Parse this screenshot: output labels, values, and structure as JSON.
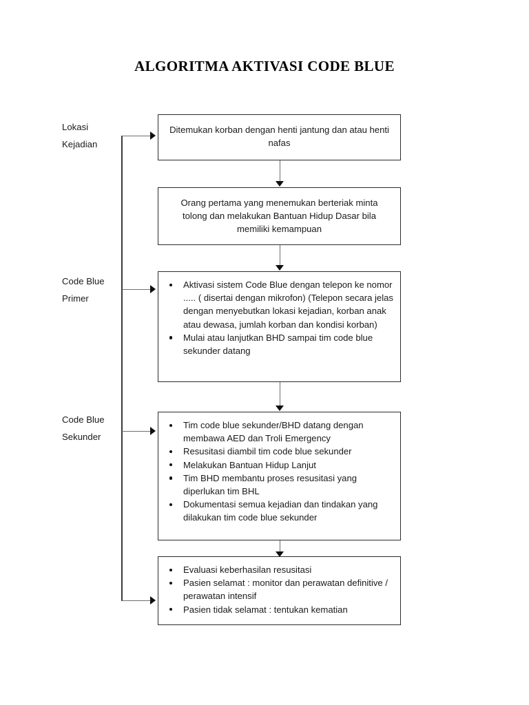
{
  "document": {
    "title": "ALGORITMA AKTIVASI CODE BLUE"
  },
  "stage_labels": [
    {
      "id": "lokasi-kejadian",
      "line1": "Lokasi",
      "line2": "Kejadian"
    },
    {
      "id": "code-blue-primer",
      "line1": "Code Blue",
      "line2": "Primer"
    },
    {
      "id": "code-blue-sekunder",
      "line1": "Code Blue",
      "line2": "Sekunder"
    }
  ],
  "flow": {
    "box1": {
      "text": "Ditemukan korban dengan henti jantung dan atau henti nafas"
    },
    "box2": {
      "text": "Orang pertama yang menemukan berteriak minta tolong dan melakukan Bantuan Hidup Dasar bila memiliki kemampuan"
    },
    "box3": {
      "items": [
        "Aktivasi sistem Code Blue dengan telepon ke nomor ..... ( disertai dengan mikrofon) (Telepon secara jelas dengan menyebutkan lokasi kejadian, korban anak atau dewasa, jumlah korban dan kondisi korban)",
        "Mulai atau lanjutkan BHD sampai tim code blue sekunder datang"
      ]
    },
    "box4": {
      "items": [
        "Tim code blue sekunder/BHD datang dengan membawa AED dan Troli Emergency",
        "Resusitasi diambil tim code blue sekunder",
        "Melakukan Bantuan Hidup Lanjut",
        "Tim BHD membantu proses resusitasi yang diperlukan tim BHL",
        "Dokumentasi semua kejadian dan tindakan yang dilakukan tim code blue sekunder"
      ]
    },
    "box5": {
      "items": [
        "Evaluasi keberhasilan resusitasi",
        "Pasien selamat : monitor dan perawatan definitive / perawatan intensif",
        "Pasien tidak selamat : tentukan kematian"
      ]
    }
  },
  "colors": {
    "box_border": "#2b2b2b",
    "text": "#1a1a1a",
    "connector": "#6d6d6d",
    "arrow_head": "#0f0f0f",
    "spine": "#3a3a3a",
    "background": "#ffffff"
  }
}
